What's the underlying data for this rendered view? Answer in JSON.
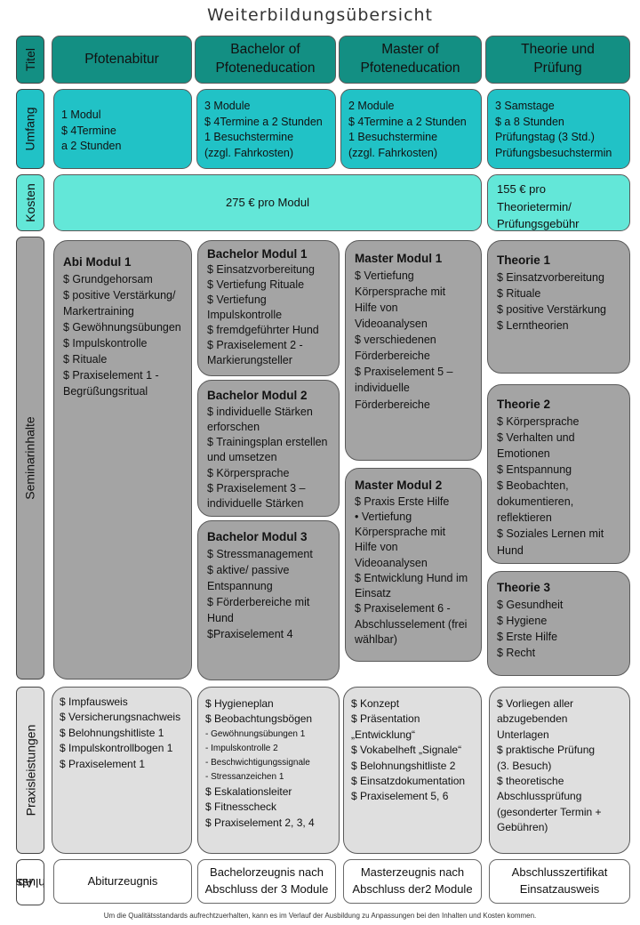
{
  "page_title": "Weiterbildungsübersicht",
  "row_labels": {
    "titel": "Titel",
    "umfang": "Umfang",
    "kosten": "Kosten",
    "seminarinhalte": "Seminarinhalte",
    "praxisleistungen": "Praxisleistungen",
    "abschluss": [
      "Ab-",
      "schluss"
    ]
  },
  "columns": [
    {
      "title": [
        "Pfotenabitur"
      ],
      "umfang": [
        "1 Modul",
        "$ 4Termine",
        "a 2 Stunden"
      ]
    },
    {
      "title": [
        "Bachelor of",
        "Pfoteneducation"
      ],
      "umfang": [
        "3 Module",
        "$ 4Termine a 2 Stunden",
        "1 Besuchstermine",
        "(zzgl. Fahrkosten)"
      ]
    },
    {
      "title": [
        "Master of",
        "Pfoteneducation"
      ],
      "umfang": [
        "2 Module",
        "$ 4Termine a 2 Stunden",
        "1 Besuchstermine",
        "(zzgl. Fahrkosten)"
      ]
    },
    {
      "title": [
        "Theorie und",
        "Prüfung"
      ],
      "umfang": [
        "3 Samstage",
        "$ a 8 Stunden",
        "Prüfungstag (3 Std.)",
        "Prüfungsbesuchstermin"
      ]
    }
  ],
  "kosten": {
    "shared": "275 € pro Modul",
    "theorie": [
      "155 € pro",
      "Theorietermin/",
      "Prüfungsgebühr"
    ]
  },
  "modules": {
    "abi1": {
      "title": "Abi Modul 1",
      "lines": [
        "$ Grundgehorsam",
        "$ positive Verstärkung/",
        "Markertraining",
        "$ Gewöhnungsübungen",
        "$ Impulskontrolle",
        "$ Rituale",
        "$ Praxiselement 1 -",
        "Begrüßungsritual"
      ]
    },
    "bach1": {
      "title": "Bachelor Modul 1",
      "lines": [
        "$ Einsatzvorbereitung",
        "$ Vertiefung Rituale",
        "$ Vertiefung",
        "Impulskontrolle",
        "$ fremdgeführter Hund",
        "$ Praxiselement 2 -",
        "Markierungsteller"
      ]
    },
    "bach2": {
      "title": "Bachelor Modul 2",
      "lines": [
        "$ individuelle Stärken",
        "erforschen",
        "$ Trainingsplan erstellen",
        "und umsetzen",
        "$ Körpersprache",
        "$ Praxiselement 3 –",
        "individuelle Stärken"
      ]
    },
    "bach3": {
      "title": "Bachelor Modul 3",
      "lines": [
        "$ Stressmanagement",
        "$ aktive/ passive",
        "Entspannung",
        "$ Förderbereiche  mit",
        "Hund",
        "$Praxiselement 4"
      ]
    },
    "master1": {
      "title": "Master Modul 1",
      "lines": [
        "$ Vertiefung",
        "Körpersprache mit",
        "Hilfe von",
        "Videoanalysen",
        "$ verschiedenen",
        "Förderbereiche",
        "$ Praxiselement 5 –",
        "individuelle",
        "Förderbereiche"
      ]
    },
    "master2": {
      "title": "Master Modul 2",
      "lines": [
        "$ Praxis Erste Hilfe",
        "•   Vertiefung",
        "Körpersprache mit",
        "Hilfe von",
        "Videoanalysen",
        "$ Entwicklung Hund im",
        "Einsatz",
        "$ Praxiselement 6 -",
        "Abschlusselement (frei",
        "wählbar)"
      ]
    },
    "theorie1": {
      "title": "Theorie 1",
      "lines": [
        "$ Einsatzvorbereitung",
        "$ Rituale",
        "$ positive Verstärkung",
        "$ Lerntheorien"
      ]
    },
    "theorie2": {
      "title": "Theorie 2",
      "lines": [
        "$ Körpersprache",
        "$ Verhalten und",
        "Emotionen",
        "$ Entspannung",
        "$ Beobachten,",
        "dokumentieren,",
        "reflektieren",
        "$ Soziales Lernen mit",
        "Hund"
      ]
    },
    "theorie3": {
      "title": "Theorie 3",
      "lines": [
        "$ Gesundheit",
        "$ Hygiene",
        "$ Erste Hilfe",
        "$ Recht"
      ]
    }
  },
  "praxis": {
    "col1": [
      "$ Impfausweis",
      "$ Versicherungsnachweis",
      "$ Belohnungshitliste 1",
      "$ Impulskontrollbogen 1",
      "$ Praxiselement 1"
    ],
    "col2_top": [
      "$ Hygieneplan",
      "$ Beobachtungsbögen"
    ],
    "col2_sub": [
      "-    Gewöhnungsübungen 1",
      "-    Impulskontrolle 2",
      "-    Beschwichtigungssignale",
      "-    Stressanzeichen 1"
    ],
    "col2_bottom": [
      "$  Eskalationsleiter",
      "$  Fitnesscheck",
      "$ Praxiselement 2, 3, 4"
    ],
    "col3": [
      "$ Konzept",
      "$ Präsentation",
      "„Entwicklung“",
      "$ Vokabelheft „Signale“",
      "$ Belohnungshitliste 2",
      "$ Einsatzdokumentation",
      "$ Praxiselement 5, 6"
    ],
    "col4": [
      "$ Vorliegen aller",
      "abzugebenden",
      "Unterlagen",
      "$ praktische Prüfung",
      "(3. Besuch)",
      "$ theoretische",
      "Abschlussprüfung",
      "(gesonderter Termin +",
      "Gebühren)"
    ]
  },
  "abschluss": [
    [
      "Abiturzeugnis"
    ],
    [
      "Bachelorzeugnis nach",
      "Abschluss der 3 Module"
    ],
    [
      "Masterzeugnis nach",
      "Abschluss der2 Module"
    ],
    [
      "Abschlusszertifikat",
      "Einsatzausweis"
    ]
  ],
  "footer": "Um die Qualitätsstandards aufrechtzuerhalten, kann es im Verlauf der Ausbildung zu Anpassungen bei den Inhalten und Kosten kommen.",
  "colors": {
    "header": "#138f83",
    "umfang": "#21c2c6",
    "kosten": "#63e7d8",
    "module": "#a4a4a4",
    "praxis": "#dfdfdf"
  }
}
